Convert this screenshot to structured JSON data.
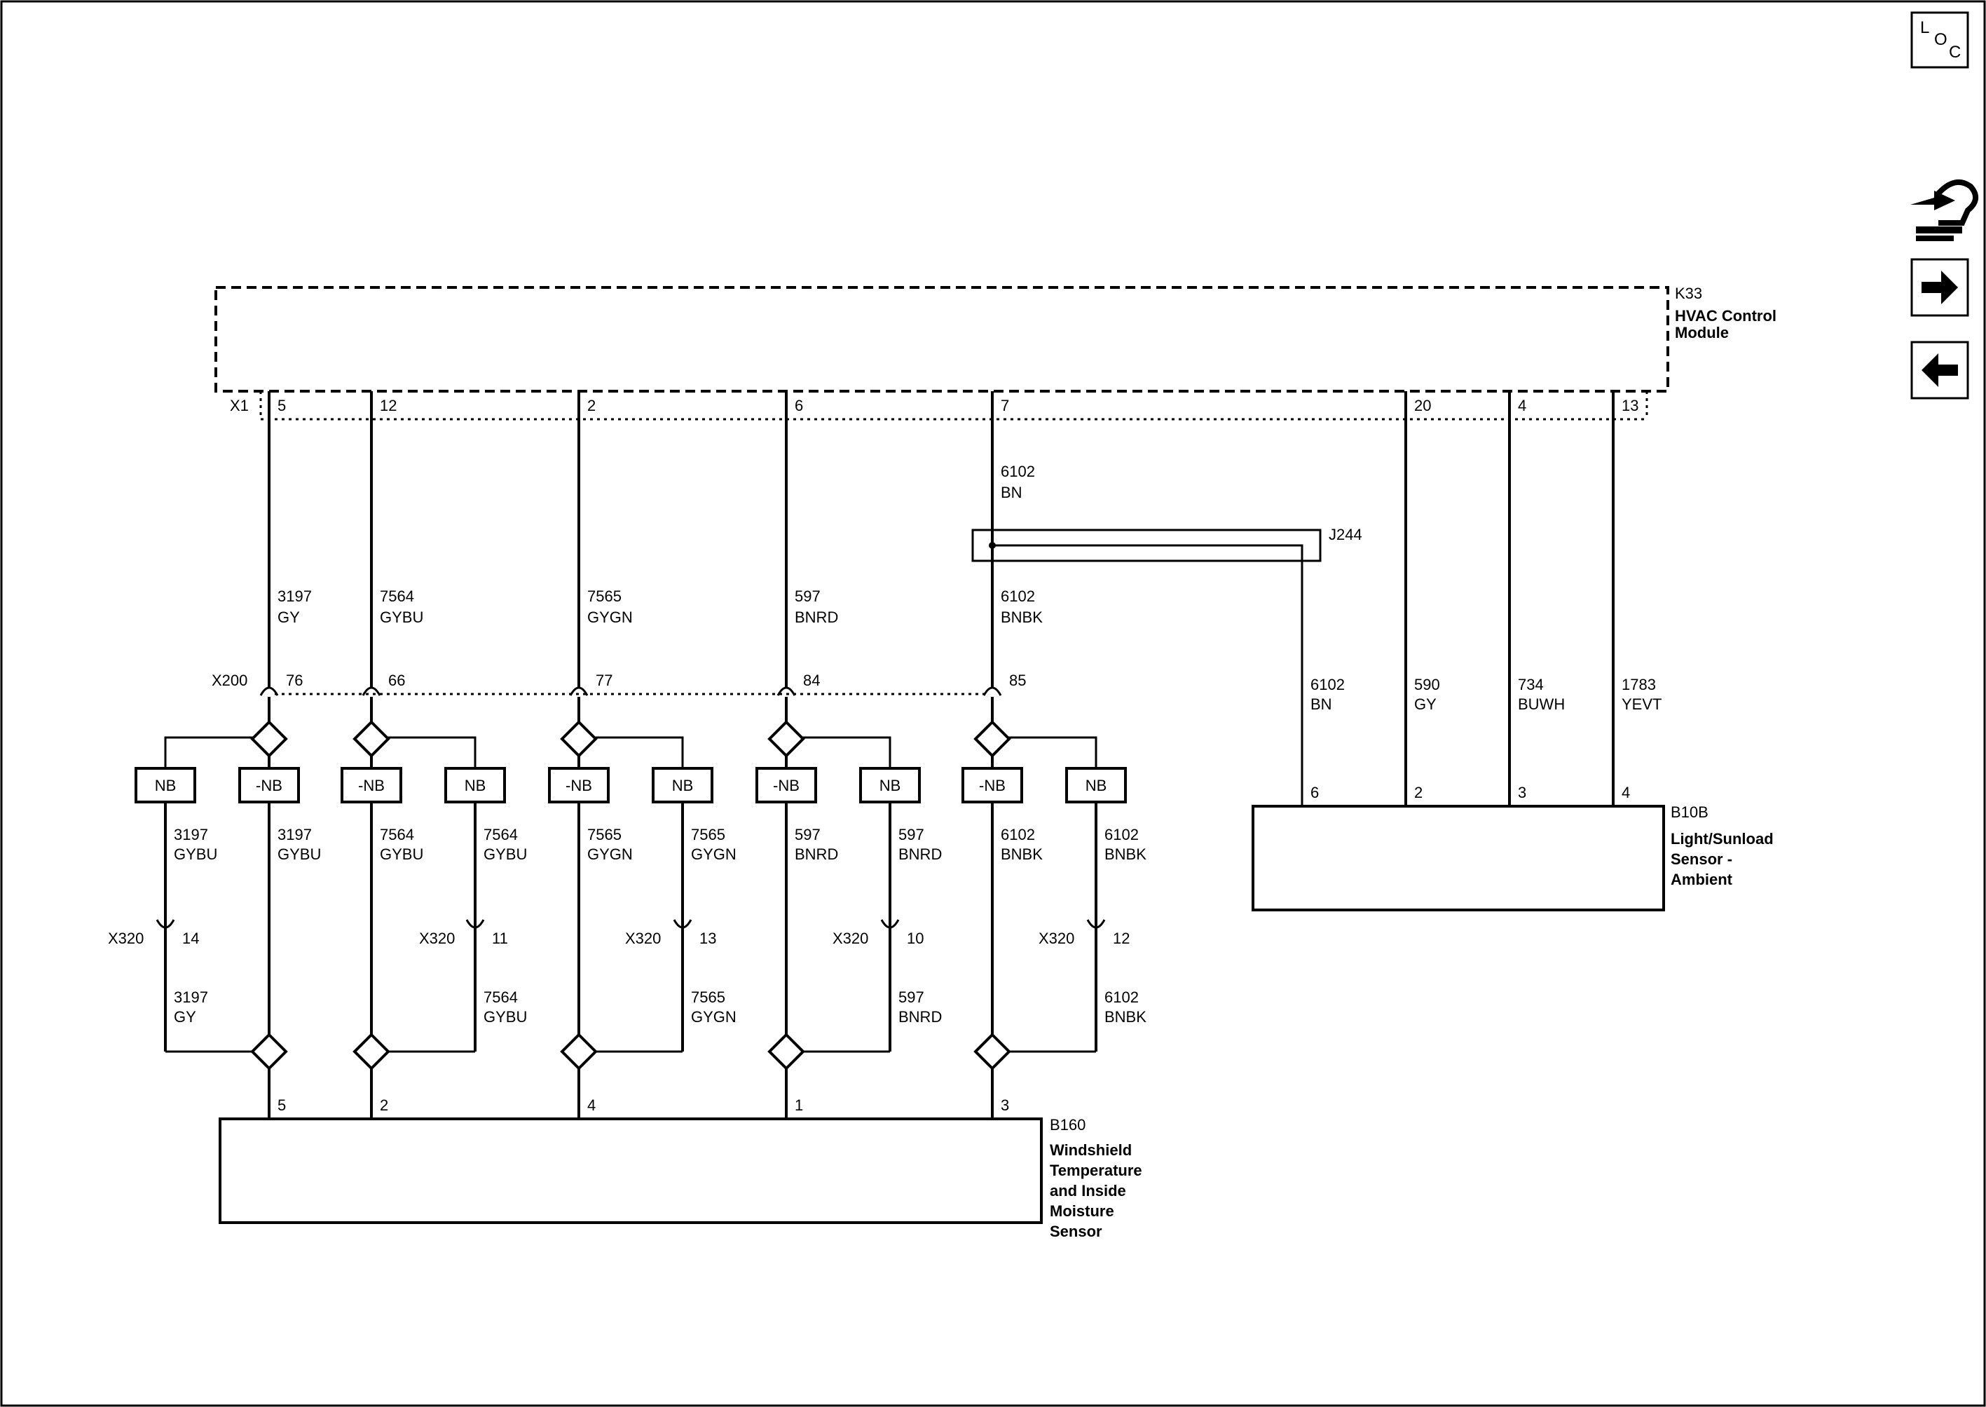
{
  "modules": {
    "k33": {
      "ref": "K33",
      "name_line1": "HVAC Control",
      "name_line2": "Module",
      "connector": "X1",
      "pins": [
        "5",
        "12",
        "2",
        "6",
        "7",
        "20",
        "4",
        "13"
      ]
    },
    "b160": {
      "ref": "B160",
      "name_lines": [
        "Windshield",
        "Temperature",
        "and Inside",
        "Moisture",
        "Sensor"
      ],
      "pins": [
        "5",
        "2",
        "4",
        "1",
        "3"
      ]
    },
    "b10b": {
      "ref": "B10B",
      "name_lines": [
        "Light/Sunload",
        "Sensor -",
        "Ambient"
      ],
      "pins": [
        "6",
        "2",
        "3",
        "4"
      ]
    }
  },
  "splice": {
    "ref": "J244"
  },
  "connectors": {
    "x200": {
      "ref": "X200",
      "pins": [
        "76",
        "66",
        "77",
        "84",
        "85"
      ]
    },
    "x320": {
      "ref": "X320",
      "pins": [
        "14",
        "11",
        "13",
        "10",
        "12"
      ]
    }
  },
  "wires": {
    "upper": [
      {
        "circuit": "3197",
        "color": "GY"
      },
      {
        "circuit": "7564",
        "color": "GYBU"
      },
      {
        "circuit": "7565",
        "color": "GYGN"
      },
      {
        "circuit": "597",
        "color": "BNRD"
      },
      {
        "circuit": "6102",
        "color": "BNBK"
      }
    ],
    "k33_to_splice": {
      "circuit": "6102",
      "color": "BN"
    },
    "b10b": [
      {
        "circuit": "6102",
        "color": "BN"
      },
      {
        "circuit": "590",
        "color": "GY"
      },
      {
        "circuit": "734",
        "color": "BUWH"
      },
      {
        "circuit": "1783",
        "color": "YEVT"
      }
    ],
    "option_left": [
      {
        "circuit": "3197",
        "color": "GYBU"
      },
      {
        "circuit": "7564",
        "color": "GYBU"
      },
      {
        "circuit": "7565",
        "color": "GYGN"
      },
      {
        "circuit": "597",
        "color": "BNRD"
      },
      {
        "circuit": "6102",
        "color": "BNBK"
      }
    ],
    "option_right": [
      {
        "circuit": "3197",
        "color": "GYBU"
      },
      {
        "circuit": "7564",
        "color": "GYBU"
      },
      {
        "circuit": "7565",
        "color": "GYGN"
      },
      {
        "circuit": "597",
        "color": "BNRD"
      },
      {
        "circuit": "6102",
        "color": "BNBK"
      }
    ],
    "lower_x320": [
      {
        "circuit": "3197",
        "color": "GY"
      },
      {
        "circuit": "7564",
        "color": "GYBU"
      },
      {
        "circuit": "7565",
        "color": "GYGN"
      },
      {
        "circuit": "597",
        "color": "BNRD"
      },
      {
        "circuit": "6102",
        "color": "BNBK"
      }
    ]
  },
  "options": {
    "nb": "NB",
    "not_nb": "-NB"
  },
  "nav": {
    "loc_l": "L",
    "loc_o": "O",
    "loc_c": "C",
    "forward_icon": "arrow-right-icon",
    "back_icon": "arrow-left-icon",
    "connector_icon": "connector-hand-icon"
  }
}
